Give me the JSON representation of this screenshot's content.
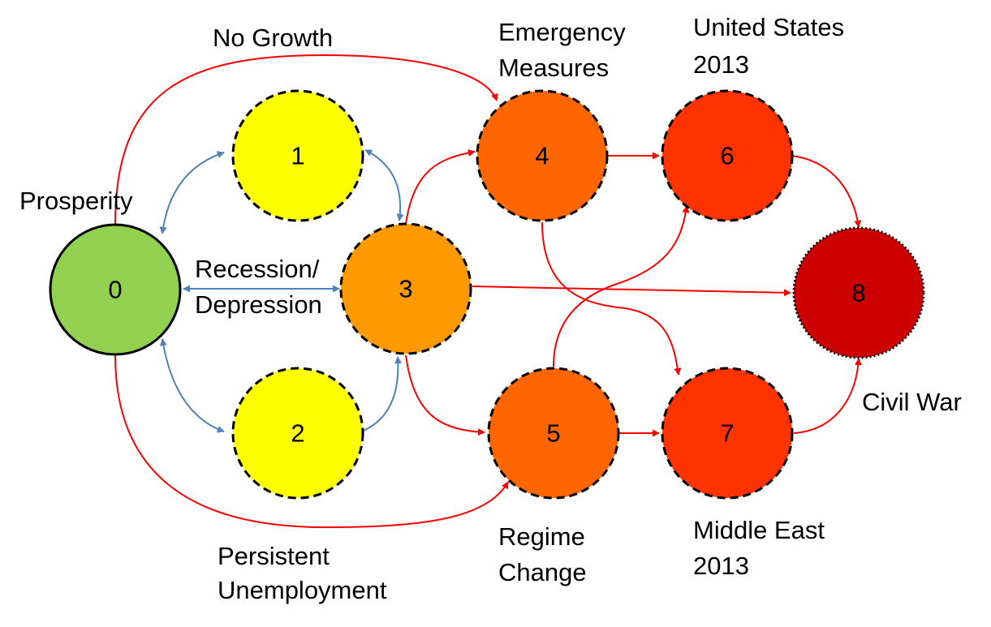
{
  "nodes": [
    {
      "id": "0",
      "label": "0",
      "color": "#92d050"
    },
    {
      "id": "1",
      "label": "1",
      "color": "#ffff00"
    },
    {
      "id": "2",
      "label": "2",
      "color": "#ffff00"
    },
    {
      "id": "3",
      "label": "3",
      "color": "#ff9900"
    },
    {
      "id": "4",
      "label": "4",
      "color": "#ff6600"
    },
    {
      "id": "5",
      "label": "5",
      "color": "#ff6600"
    },
    {
      "id": "6",
      "label": "6",
      "color": "#ff3300"
    },
    {
      "id": "7",
      "label": "7",
      "color": "#ff3300"
    },
    {
      "id": "8",
      "label": "8",
      "color": "#cc0000"
    }
  ],
  "labels": {
    "prosperity": "Prosperity",
    "no_growth": "No Growth",
    "recession_line1": "Recession/",
    "recession_line2": "Depression",
    "persistent_line1": "Persistent",
    "persistent_line2": "Unemployment",
    "emergency_line1": "Emergency",
    "emergency_line2": "Measures",
    "us_line1": "United States",
    "us_line2": "2013",
    "regime_line1": "Regime",
    "regime_line2": "Change",
    "me_line1": "Middle East",
    "me_line2": "2013",
    "civil_war": "Civil War"
  },
  "colors": {
    "blue_edge": "#4f81bd",
    "red_edge": "#ff0000"
  }
}
